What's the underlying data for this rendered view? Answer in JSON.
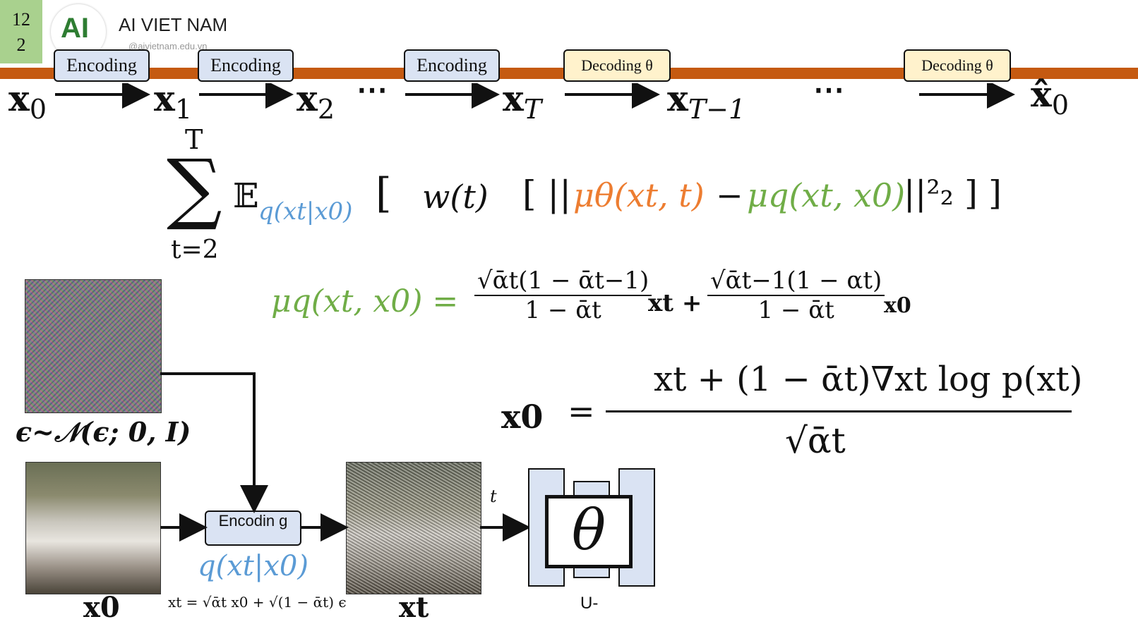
{
  "slide": {
    "number_line1": "12",
    "number_line2": "2"
  },
  "brand": {
    "logo_text": "AI",
    "name": "AI VIET NAM",
    "url": "@aivietnam.edu.vn"
  },
  "chain": {
    "encode_label": "Encoding",
    "decode_label": "Decoding θ",
    "x0": "x",
    "x0_sub": "0",
    "x1": "x",
    "x1_sub": "1",
    "x2": "x",
    "x2_sub": "2",
    "xT": "x",
    "xT_sub": "T",
    "xT1": "x",
    "xT1_sub": "T−1",
    "x0hat": "x̂",
    "x0hat_sub": "0",
    "dots": "⋯"
  },
  "loss": {
    "sum_top": "T",
    "sum_bottom": "t=2",
    "sum_symbol": "∑",
    "expect": "𝔼",
    "expect_sub": "q(xt|x0)",
    "bracket_open": "[",
    "weight": "w(t)",
    "norm_open": "[ ||",
    "mu_theta": "μθ(xt, t)",
    "minus": "−",
    "mu_q": "μq(xt, x0)",
    "norm_close": "||²₂ ] ]"
  },
  "muq_eq": {
    "lhs": "μq(xt, x0) =",
    "num1": "√ᾱt(1 − ᾱt−1)",
    "den1": "1 − ᾱt",
    "x_t": "xt +",
    "num2": "√ᾱt−1(1 − αt)",
    "den2": "1 − ᾱt",
    "x_0": "x0"
  },
  "x0_eq": {
    "lhs": "x0",
    "eq": "=",
    "num": "xt + (1 − ᾱt)∇xt log p(xt)",
    "den": "√ᾱt"
  },
  "bottom": {
    "noise_label": "ϵ~𝒩(ϵ; 0, I)",
    "encoding_box": "Encodin g",
    "q_label": "q(xt|x0)",
    "reparam": "xt = √ᾱt x0 + √(1 − ᾱt) ϵ",
    "x0_label": "x0",
    "xt_label": "xt",
    "t_label": "t",
    "theta": "θ",
    "unet_label": "U-"
  }
}
